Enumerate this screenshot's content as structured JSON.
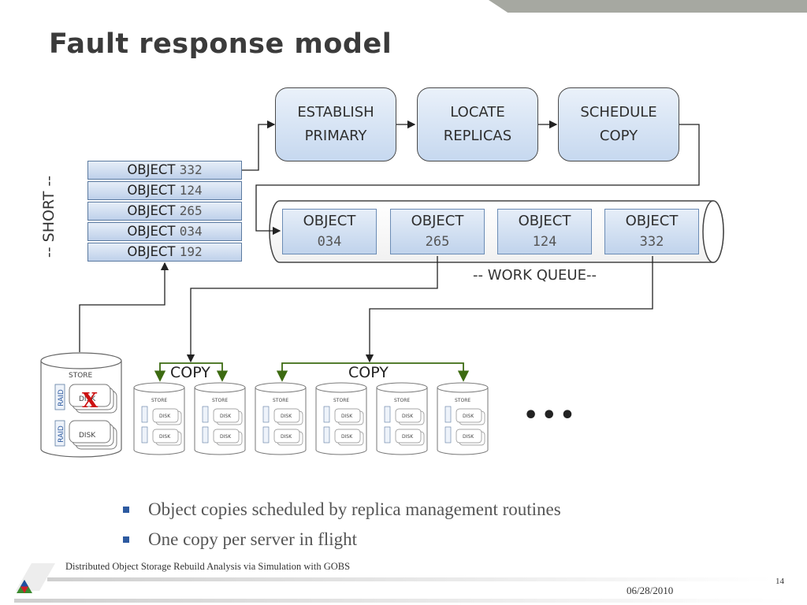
{
  "title": "Fault response model",
  "process_steps": [
    {
      "line1": "ESTABLISH",
      "line2": "PRIMARY"
    },
    {
      "line1": "LOCATE",
      "line2": "REPLICAS"
    },
    {
      "line1": "SCHEDULE",
      "line2": "COPY"
    }
  ],
  "short_list": {
    "label": "-- SHORT --",
    "items": [
      {
        "word": "OBJECT",
        "num": "332"
      },
      {
        "word": "OBJECT",
        "num": "124"
      },
      {
        "word": "OBJECT",
        "num": "265"
      },
      {
        "word": "OBJECT",
        "num": "034"
      },
      {
        "word": "OBJECT",
        "num": "192"
      }
    ]
  },
  "work_queue": {
    "label": "-- WORK QUEUE--",
    "items": [
      {
        "word": "OBJECT",
        "num": "034"
      },
      {
        "word": "OBJECT",
        "num": "265"
      },
      {
        "word": "OBJECT",
        "num": "124"
      },
      {
        "word": "OBJECT",
        "num": "332"
      }
    ]
  },
  "store": {
    "label": "STORE",
    "raid_label": "RAID",
    "disk_label": "DISK",
    "failure_mark": "X"
  },
  "copy_labels": [
    "COPY",
    "COPY"
  ],
  "ellipsis": "•••",
  "bullets": [
    "Object copies scheduled by replica management routines",
    "One copy per server in flight"
  ],
  "footer": {
    "text": "Distributed Object Storage Rebuild Analysis via Simulation with GOBS",
    "date": "06/28/2010",
    "page_number": "14"
  },
  "colors": {
    "box_fill": "#c6d8ef",
    "box_border": "#5b7aa0",
    "copy_arrow": "#3d6b12",
    "failure": "#cc1111",
    "bullet": "#2d5aa0"
  }
}
